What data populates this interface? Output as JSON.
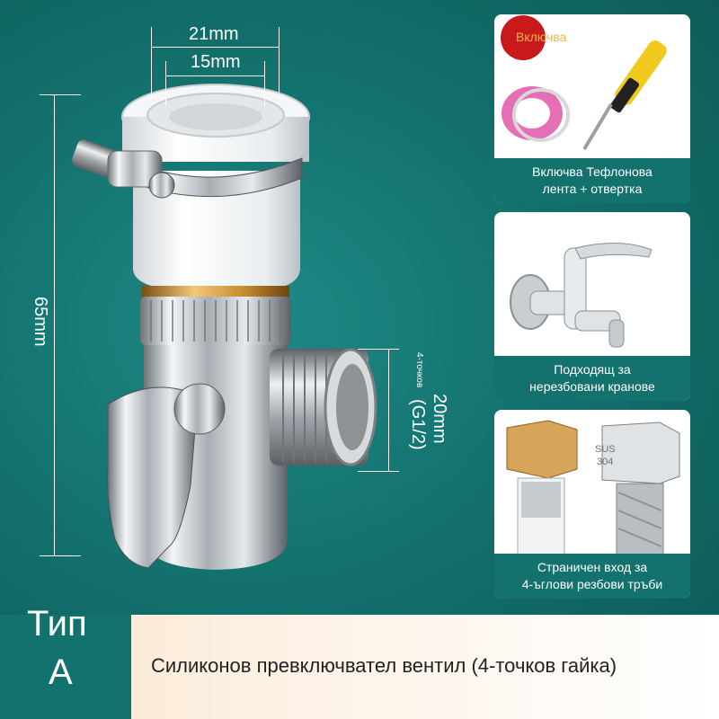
{
  "dimensions": {
    "outer_width": "21mm",
    "inner_width": "15mm",
    "height": "65mm",
    "thread_size": "20mm",
    "thread_spec": "(G1/2)",
    "nut_type": "4-точков"
  },
  "cards": [
    {
      "badge": "Включва",
      "caption_line1": "Включва Тефлонова",
      "caption_line2": "лента + отвертка"
    },
    {
      "caption_line1": "Подходящ за",
      "caption_line2": "нерезбовани кранове"
    },
    {
      "caption_line1": "Страничен вход за",
      "caption_line2": "4-ъглови резбови тръби",
      "hose_label_1": "SUS",
      "hose_label_2": "304"
    }
  ],
  "banner": {
    "type_line1": "Тип",
    "type_line2": "A",
    "description": "Силиконов превключвател вентил (4-точков гайка)"
  },
  "colors": {
    "background": "#13716e",
    "accent_red": "#c81a1a",
    "badge_text": "#f0b64a"
  }
}
